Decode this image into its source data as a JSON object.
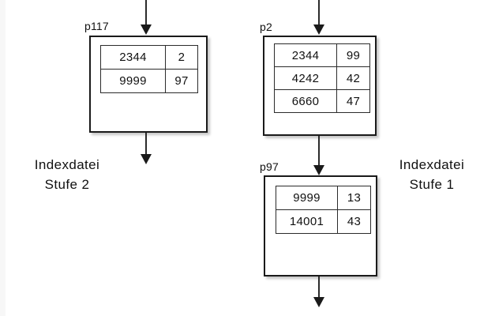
{
  "diagram": {
    "type": "multi-level-index-diagram",
    "background_color": "#ffffff",
    "line_color": "#1a1a1a",
    "text_color": "#111111",
    "captions": [
      {
        "name": "left-caption",
        "line1": "Indexdatei",
        "line2": "Stufe 2"
      },
      {
        "name": "right-caption",
        "line1": "Indexdatei",
        "line2": "Stufe 1"
      }
    ],
    "blocks": [
      {
        "id": "p117",
        "label": "p117",
        "level": "Stufe 2",
        "columns": 2,
        "rows": [
          {
            "key": "2344",
            "pointer": "2"
          },
          {
            "key": "9999",
            "pointer": "97"
          }
        ]
      },
      {
        "id": "p2",
        "label": "p2",
        "level": "Stufe 1",
        "columns": 2,
        "rows": [
          {
            "key": "2344",
            "pointer": "99"
          },
          {
            "key": "4242",
            "pointer": "42"
          },
          {
            "key": "6660",
            "pointer": "47"
          }
        ]
      },
      {
        "id": "p97",
        "label": "p97",
        "level": "Stufe 1",
        "columns": 2,
        "rows": [
          {
            "key": "9999",
            "pointer": "13"
          },
          {
            "key": "14001",
            "pointer": "43"
          }
        ]
      }
    ],
    "arrows": [
      {
        "id": "arrow-into-p117",
        "from": "top-edge",
        "to": "p117"
      },
      {
        "id": "arrow-out-p117",
        "from": "p117",
        "to": "below"
      },
      {
        "id": "arrow-into-p2",
        "from": "top-edge",
        "to": "p2"
      },
      {
        "id": "arrow-p2-to-p97",
        "from": "p2",
        "to": "p97"
      },
      {
        "id": "arrow-out-p97",
        "from": "p97",
        "to": "below"
      }
    ]
  }
}
